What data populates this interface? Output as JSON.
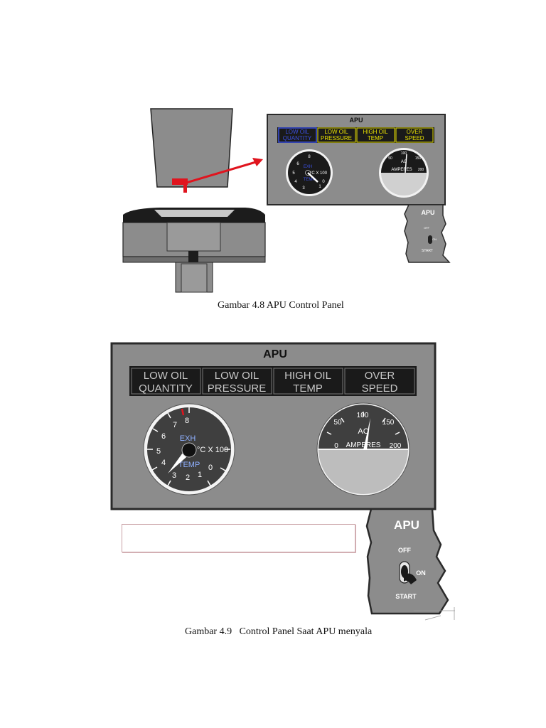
{
  "figure1": {
    "panel_title": "APU",
    "annunciators": [
      {
        "line1": "LOW OIL",
        "line2": "QUANTITY",
        "color": "#3b4fe0"
      },
      {
        "line1": "LOW OIL",
        "line2": "PRESSURE",
        "color": "#e8e000"
      },
      {
        "line1": "HIGH OIL",
        "line2": "TEMP",
        "color": "#e8e000"
      },
      {
        "line1": "OVER",
        "line2": "SPEED",
        "color": "#e8e000"
      }
    ],
    "egt_gauge": {
      "label_top": "EXH",
      "label_unit": "°C X 100",
      "label_bottom": "TEMP",
      "ticks": [
        "8",
        "7",
        "6",
        "5",
        "4",
        "3",
        "2",
        "1",
        "0"
      ]
    },
    "ac_gauge": {
      "label": "AC",
      "unit": "AMPERES",
      "ticks": [
        "100",
        "50",
        "150",
        "0",
        "200"
      ]
    },
    "switch": {
      "title": "APU",
      "off": "OFF",
      "on": "ON",
      "start": "START"
    },
    "caption": "Gambar 4.8 APU Control Panel"
  },
  "figure2": {
    "panel_title": "APU",
    "annunciators": [
      {
        "line1": "LOW OIL",
        "line2": "QUANTITY"
      },
      {
        "line1": "LOW OIL",
        "line2": "PRESSURE"
      },
      {
        "line1": "HIGH OIL",
        "line2": "TEMP"
      },
      {
        "line1": "OVER",
        "line2": "SPEED"
      }
    ],
    "egt_gauge": {
      "label_top": "EXH",
      "label_unit": "°C X 100",
      "label_bottom": "TEMP",
      "ticks": [
        "8",
        "7",
        "6",
        "5",
        "4",
        "3",
        "2",
        "1",
        "0"
      ]
    },
    "ac_gauge": {
      "label": "AC",
      "unit": "AMPERES",
      "ticks": [
        "100",
        "50",
        "150",
        "0",
        "200"
      ]
    },
    "switch": {
      "title": "APU",
      "off": "OFF",
      "on": "ON",
      "start": "START"
    },
    "caption": "Gambar 4.9   Control Panel Saat APU menyala"
  },
  "colors": {
    "panel": "#8c8c8c",
    "panel_border": "#2a2a2a",
    "dial": "#3f3f3f",
    "red_marker": "#e0141e"
  }
}
